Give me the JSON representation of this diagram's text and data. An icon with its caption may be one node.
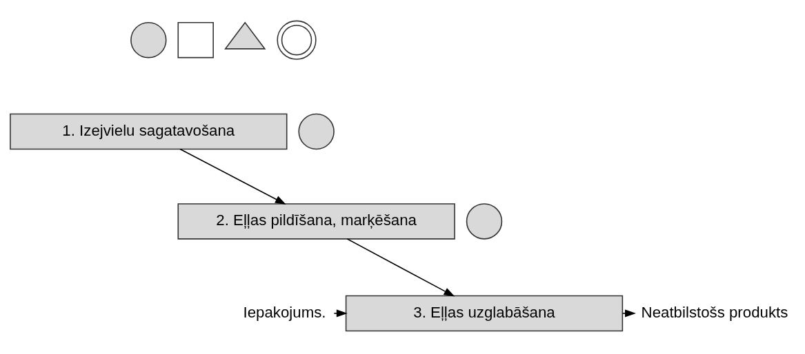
{
  "diagram": {
    "nodes": [
      {
        "text": [],
        "shape": "circle"
      },
      {
        "text": [],
        "shape": "box"
      },
      {
        "text": [],
        "shape": "triangle"
      },
      {
        "text": [],
        "shape": "ring"
      },
      {
        "text": [
          "1. Izejvielu sagatavošana"
        ]
      },
      {
        "text": [],
        "shape": "circle"
      },
      {
        "text": [
          "2. Eļļas pildīšana, marķēšana"
        ]
      },
      {
        "text": [
          "Iepakojums."
        ]
      },
      {
        "text": [],
        "shape": "circle"
      },
      {
        "text": [
          "3. Eļļas uzglabāšana"
        ]
      },
      {
        "text": [
          "Neatbilstošs produkts"
        ]
      }
    ],
    "edges": [
      {
        "from": 4,
        "to": 6,
        "arrow": "to"
      },
      {
        "from": 6,
        "to": 9,
        "arrow": "to"
      },
      {
        "from": 7,
        "to": 9,
        "arrow": "to"
      },
      {
        "from": 9,
        "to": 10,
        "arrow": "to"
      }
    ]
  }
}
